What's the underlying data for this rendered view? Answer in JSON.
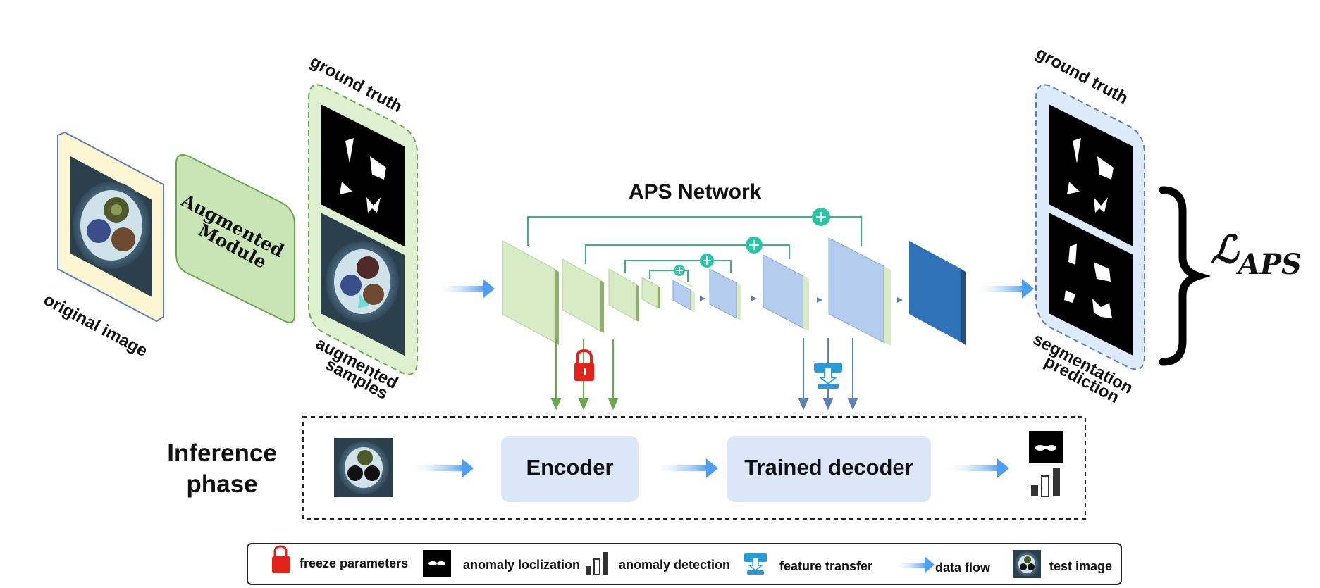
{
  "diagram": {
    "title": "APS Network",
    "original_image_label": "original image",
    "augmented_module_label": [
      "Augmented",
      "Module"
    ],
    "gt_label_left": "ground truth",
    "augmented_samples_label": [
      "augmented",
      "samples"
    ],
    "gt_label_right": "ground truth",
    "segmentation_prediction_label": [
      "segmentation",
      "prediction"
    ],
    "loss": {
      "symbol": "ℒ",
      "subscript": "APS"
    },
    "inference": {
      "label_line1": "Inference",
      "label_line2": "phase",
      "encoder_label": "Encoder",
      "decoder_label": "Trained decoder"
    }
  },
  "legend": {
    "freeze": "freeze parameters",
    "localization": "anomaly loclization",
    "detection": "anomaly detection",
    "feature_transfer": "feature transfer",
    "data_flow": "data flow",
    "test_image": "test image"
  },
  "colors": {
    "encoder_green": "#d7ebc4",
    "decoder_blue": "#b4cdef",
    "output_blue": "#2f72b8",
    "skip_line": "#3cb27c",
    "plus_circle": "#2cc6a6",
    "arrow_blue": "#4c9ff5",
    "lock_red": "#e0241c",
    "transfer_blue": "#2a9ad6",
    "orig_bg": "#fdf6d2",
    "aug_module": "#c9e5b6",
    "gt_panel_left": "#ddf0d0",
    "gt_panel_right": "#ddeafc",
    "box_fill": "#dbe7f9"
  }
}
